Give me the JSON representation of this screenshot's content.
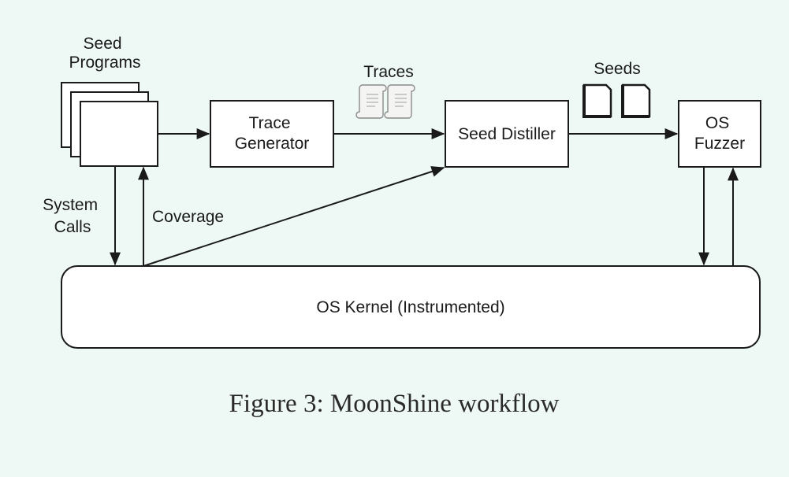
{
  "nodes": {
    "seed_programs": "Seed\nPrograms",
    "trace_generator": "Trace\nGenerator",
    "seed_distiller": "Seed Distiller",
    "os_fuzzer": "OS\nFuzzer",
    "os_kernel": "OS Kernel (Instrumented)"
  },
  "edge_labels": {
    "traces": "Traces",
    "seeds": "Seeds",
    "system_calls": "System\nCalls",
    "coverage": "Coverage"
  },
  "caption": "Figure 3: MoonShine workflow"
}
